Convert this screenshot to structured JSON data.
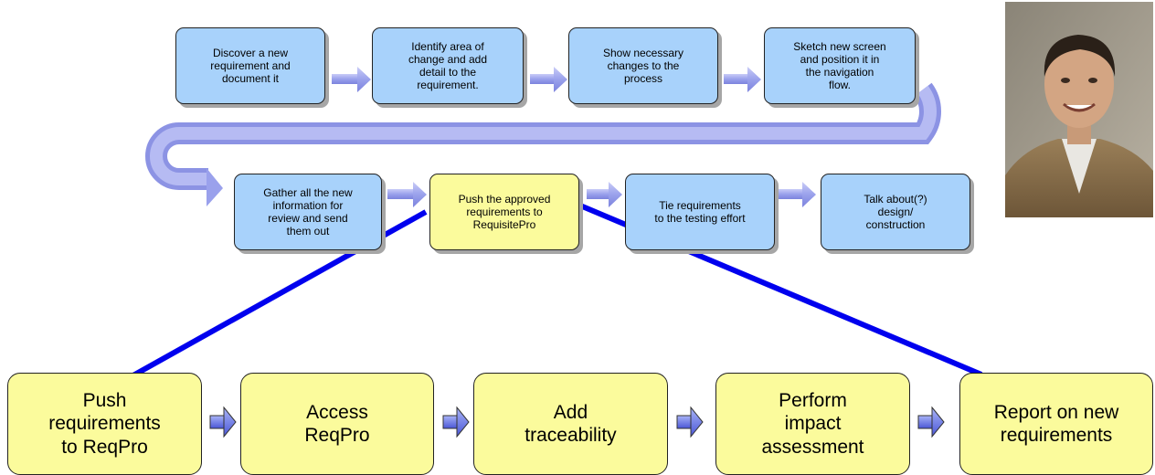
{
  "top_process": {
    "row1": [
      "Discover a new\nrequirement and\ndocument it",
      "Identify area of\nchange and add\ndetail to the\nrequirement.",
      "Show necessary\nchanges to the\nprocess",
      "Sketch new screen\nand position it in\nthe navigation\nflow."
    ],
    "row2": [
      "Gather all the new\ninformation for\nreview and send\nthem out",
      "Push the approved\nrequirements to\nRequisitePro",
      "Tie  requirements\nto the testing effort",
      "Talk about(?)\ndesign/\nconstruction"
    ]
  },
  "detail_process": [
    "Push\nrequirements\nto ReqPro",
    "Access\nReqPro",
    "Add\ntraceability",
    "Perform\nimpact\nassessment",
    "Report on new\nrequirements"
  ],
  "colors": {
    "step_blue": "#a8d2fb",
    "step_highlight": "#fbfb9c",
    "arrow_lavender": "#a7aef0",
    "connector_blue": "#0000ee"
  }
}
